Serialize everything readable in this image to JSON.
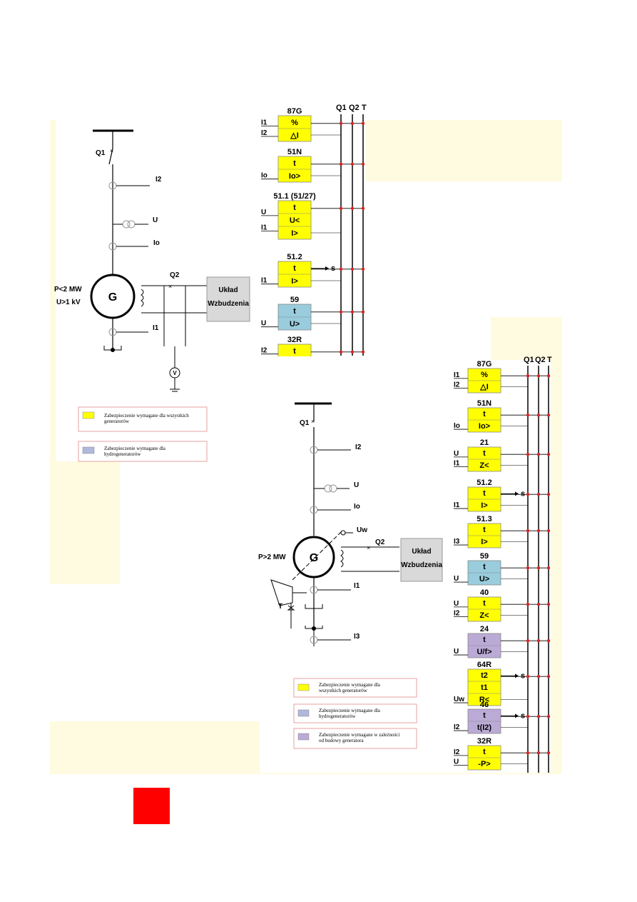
{
  "colors": {
    "yellow": "#ffff00",
    "blue": "#99ccdd",
    "purple": "#bbaad6",
    "cream": "#fffbe0",
    "red_dot": "#dd2222",
    "legend_border": "#e8a0a0",
    "excitation_box": "#d9d9d9",
    "red_square": "#ff0000"
  },
  "diagram1": {
    "breaker": "Q1",
    "measure_i2": "I2",
    "measure_u": "U",
    "measure_io": "Io",
    "measure_i1": "I1",
    "gen_symbol": "G",
    "gen_power": "P<2 MW",
    "gen_voltage": "U>1 kV",
    "q2": "Q2",
    "excitation_line1": "Układ",
    "excitation_line2": "Wzbudzenia",
    "voltmeter": "V",
    "legend": [
      {
        "color": "yellow",
        "line1": "Zabezpieczenie wymagane dla wszystkich",
        "line2": "generatorów"
      },
      {
        "color": "blue",
        "line1": "Zabezpieczenie wymagane dla",
        "line2": "hydrogeneratorów"
      }
    ],
    "bus_header": [
      "Q1",
      "Q2",
      "T"
    ],
    "relays": [
      {
        "code": "87G",
        "rows": [
          "%",
          "△I"
        ],
        "color": "yellow",
        "inputs": [
          "I1",
          "I2"
        ]
      },
      {
        "code": "51N",
        "rows": [
          "t",
          "Io>"
        ],
        "color": "yellow",
        "inputs": [
          "Io"
        ]
      },
      {
        "code": "51.1 (51/27)",
        "rows": [
          "t",
          "U<",
          "I>"
        ],
        "color": "yellow",
        "inputs": [
          "U",
          "I1"
        ]
      },
      {
        "code": "51.2",
        "rows": [
          "t",
          "I>"
        ],
        "color": "yellow",
        "inputs": [
          "I1"
        ],
        "signal": "s"
      },
      {
        "code": "59",
        "rows": [
          "t",
          "U>"
        ],
        "color": "blue",
        "inputs": [
          "U"
        ]
      },
      {
        "code": "32R",
        "rows": [
          "t"
        ],
        "color": "yellow",
        "inputs": [
          "I2"
        ]
      }
    ]
  },
  "diagram2": {
    "breaker": "Q1",
    "measure_i2": "I2",
    "measure_u": "U",
    "measure_io": "Io",
    "measure_i1": "I1",
    "measure_i3": "I3",
    "measure_uw": "Uw",
    "gen_symbol": "G",
    "gen_power": "P>2 MW",
    "q2": "Q2",
    "turbine": "T",
    "excitation_line1": "Układ",
    "excitation_line2": "Wzbudzenia",
    "legend": [
      {
        "color": "yellow",
        "line1": "Zabezpieczenie wymagane dla",
        "line2": "wszystkich generatorów"
      },
      {
        "color": "blue",
        "line1": "Zabezpieczenie wymagane dla",
        "line2": "hydrogeneratorów"
      },
      {
        "color": "purple",
        "line1": "Zabezpieczenie wymagane w zależności",
        "line2": "od budowy generatora"
      }
    ],
    "bus_header": [
      "Q1",
      "Q2",
      "T"
    ],
    "relays": [
      {
        "code": "87G",
        "rows": [
          "%",
          "△I"
        ],
        "color": "yellow",
        "inputs": [
          "I1",
          "I2"
        ]
      },
      {
        "code": "51N",
        "rows": [
          "t",
          "Io>"
        ],
        "color": "yellow",
        "inputs": [
          "Io"
        ]
      },
      {
        "code": "21",
        "rows": [
          "t",
          "Z<"
        ],
        "color": "yellow",
        "inputs": [
          "U",
          "I1"
        ]
      },
      {
        "code": "51.2",
        "rows": [
          "t",
          "I>"
        ],
        "color": "yellow",
        "inputs": [
          "I1"
        ],
        "signal": "s"
      },
      {
        "code": "51.3",
        "rows": [
          "t",
          "I>"
        ],
        "color": "yellow",
        "inputs": [
          "I3"
        ]
      },
      {
        "code": "59",
        "rows": [
          "t",
          "U>"
        ],
        "color": "blue",
        "inputs": [
          "U"
        ]
      },
      {
        "code": "40",
        "rows": [
          "t",
          "Z<"
        ],
        "color": "yellow",
        "inputs": [
          "U",
          "I2"
        ]
      },
      {
        "code": "24",
        "rows": [
          "t",
          "U/f>"
        ],
        "color": "purple",
        "inputs": [
          "U"
        ]
      },
      {
        "code": "64R",
        "rows": [
          "t2",
          "t1",
          "R<"
        ],
        "color": "yellow",
        "inputs": [
          "Uw"
        ],
        "signal": "s"
      },
      {
        "code": "46",
        "rows": [
          "t",
          "t(I2)"
        ],
        "color": "purple",
        "inputs": [
          "I2"
        ],
        "signal": "s"
      },
      {
        "code": "32R",
        "rows": [
          "t",
          "-P>"
        ],
        "color": "yellow",
        "inputs": [
          "I2",
          "U"
        ]
      }
    ]
  }
}
